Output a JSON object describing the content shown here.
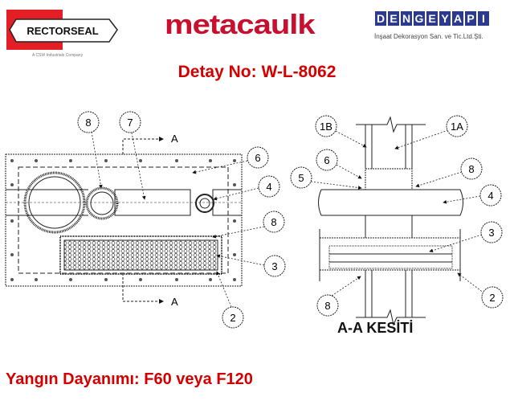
{
  "logos": {
    "rectorseal": "RECTORSEAL",
    "rectorseal_sub": "A CSW Industrials Company",
    "metacaulk": "metacaulk",
    "dengeyapi_letters": [
      "D",
      "E",
      "N",
      "G",
      "E",
      "Y",
      "A",
      "P",
      "I"
    ],
    "dengeyapi_sub": "İnşaat Dekorasyon San. ve Tic.Ltd.Şti."
  },
  "detail_title": "Detay No: W-L-8062",
  "fire_rating": "Yangın Dayanımı: F60 veya F120",
  "section_title": "A-A KESİTİ",
  "plan_view": {
    "section_marks": [
      "A",
      "A"
    ],
    "callouts": [
      "8",
      "7",
      "6",
      "4",
      "8",
      "3",
      "2"
    ]
  },
  "section_view": {
    "callouts": [
      "1B",
      "1A",
      "6",
      "5",
      "8",
      "4",
      "3",
      "2",
      "8"
    ]
  },
  "colors": {
    "accent_red": "#d40000",
    "brand_blue": "#2b3990"
  }
}
